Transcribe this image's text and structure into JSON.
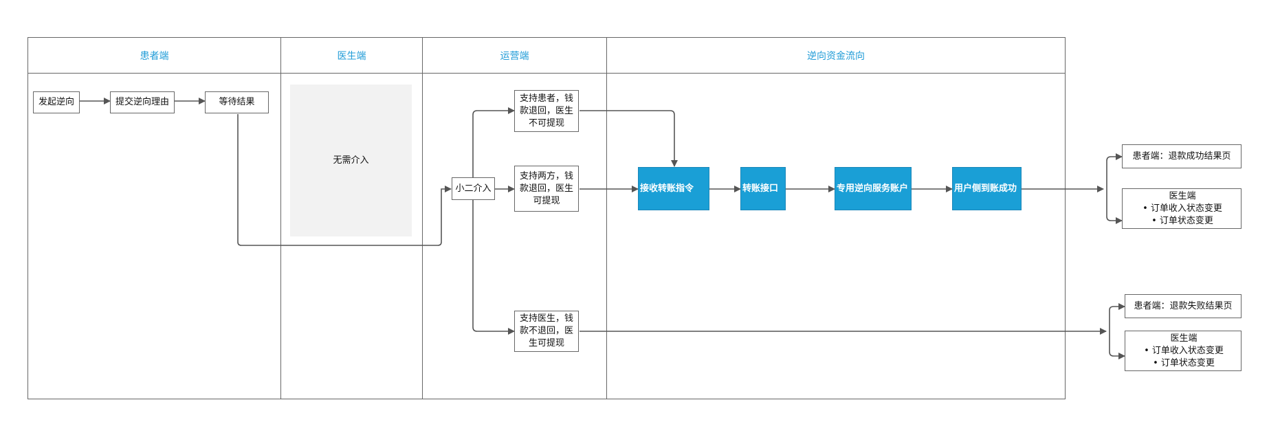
{
  "lanes": {
    "patient": "患者端",
    "doctor": "医生端",
    "ops": "运营端",
    "funds": "逆向资金流向"
  },
  "nodes": {
    "initiate": "发起逆向",
    "submit_reason": "提交逆向理由",
    "wait_result": "等待结果",
    "no_intervention": "无需介入",
    "xiaoer": "小二介入",
    "support_patient": "支持患者，钱款退回，医生不可提现",
    "support_both": "支持两方，钱款退回，医生可提现",
    "support_doctor": "支持医生，钱款不退回，医生可提现",
    "receive_transfer": "接收转账指令",
    "transfer_api": "转账接口",
    "reverse_account": "专用逆向服务账户",
    "user_received": "用户侧到账成功",
    "success_page": "患者端：退款成功结果页",
    "fail_page": "患者端：退款失败结果页",
    "doctor_side_1": {
      "title": "医生端",
      "items": [
        "• 订单收入状态变更",
        "• 订单状态变更"
      ]
    },
    "doctor_side_2": {
      "title": "医生端",
      "items": [
        "• 订单收入状态变更",
        "• 订单状态变更"
      ]
    }
  },
  "colors": {
    "lane_title": "#1f9bd7",
    "process_fill": "#1a9fd6",
    "edge": "#555555"
  }
}
